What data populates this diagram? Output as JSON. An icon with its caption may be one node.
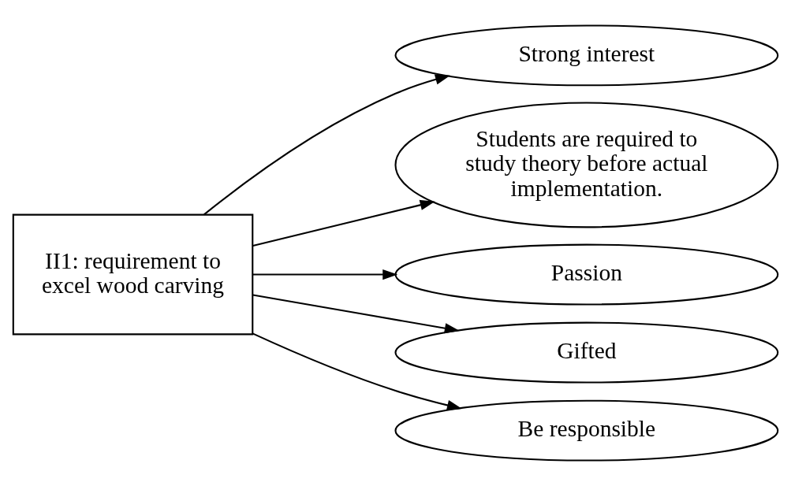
{
  "diagram": {
    "nodes": [
      {
        "text": [
          "II1: requirement to excel wood carving"
        ]
      },
      {
        "text": [
          "Strong interest"
        ]
      },
      {
        "text": [
          "Students are required to study theory before actual implementation."
        ]
      },
      {
        "text": [
          "Passion"
        ]
      },
      {
        "text": [
          "Gifted"
        ]
      },
      {
        "text": [
          "Be responsible"
        ]
      }
    ],
    "edges": [
      {
        "from": 0,
        "to": 1,
        "arrow": "to"
      },
      {
        "from": 0,
        "to": 2,
        "arrow": "to"
      },
      {
        "from": 0,
        "to": 3,
        "arrow": "to"
      },
      {
        "from": 0,
        "to": 4,
        "arrow": "to"
      },
      {
        "from": 0,
        "to": 5,
        "arrow": "to"
      }
    ]
  }
}
